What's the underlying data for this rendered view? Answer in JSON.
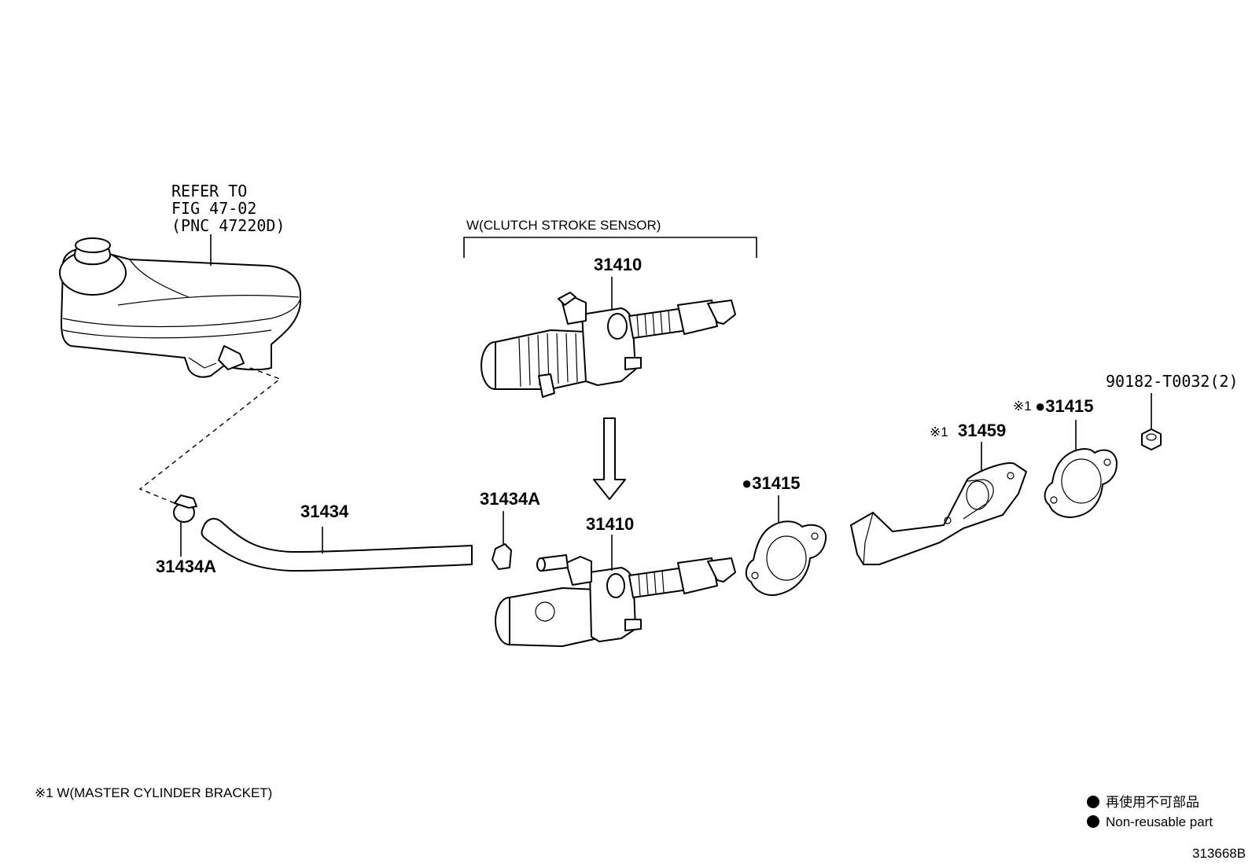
{
  "reservoir_note": [
    "REFER TO",
    "FIG 47-02",
    "(PNC 47220D)"
  ],
  "sensor_group_label": "W(CLUTCH STROKE SENSOR)",
  "parts": {
    "master_cyl_upper": "31410",
    "master_cyl_lower": "31410",
    "hose": "31434",
    "clamp_left": "31434A",
    "clamp_right": "31434A",
    "gasket_front": "31415",
    "bracket": "31459",
    "gasket_rear": "31415",
    "nut": "90182-T0032(2)"
  },
  "markers": {
    "note1": "※1",
    "nonreusable_dot": "●"
  },
  "footnote": "※1  W(MASTER CYLINDER BRACKET)",
  "legend": {
    "jp": "再使用不可部品",
    "en": "Non-reusable part"
  },
  "figure_code": "313668B"
}
